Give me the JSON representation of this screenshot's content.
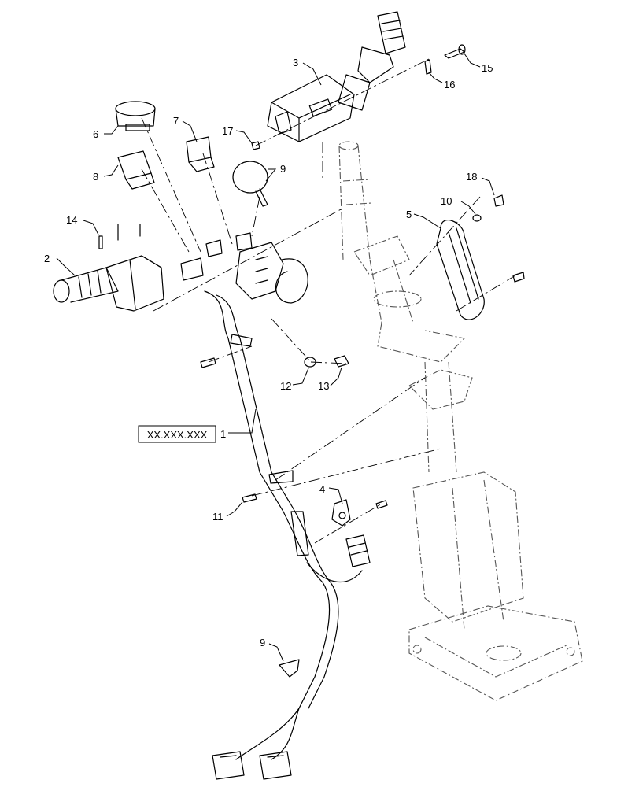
{
  "diagram": {
    "callouts": [
      {
        "id": "c1",
        "label": "1"
      },
      {
        "id": "c2",
        "label": "2"
      },
      {
        "id": "c3",
        "label": "3"
      },
      {
        "id": "c4",
        "label": "4"
      },
      {
        "id": "c5",
        "label": "5"
      },
      {
        "id": "c6",
        "label": "6"
      },
      {
        "id": "c7",
        "label": "7"
      },
      {
        "id": "c8",
        "label": "8"
      },
      {
        "id": "c9a",
        "label": "9"
      },
      {
        "id": "c9b",
        "label": "9"
      },
      {
        "id": "c10",
        "label": "10"
      },
      {
        "id": "c11",
        "label": "11"
      },
      {
        "id": "c12",
        "label": "12"
      },
      {
        "id": "c13",
        "label": "13"
      },
      {
        "id": "c14",
        "label": "14"
      },
      {
        "id": "c15",
        "label": "15"
      },
      {
        "id": "c16",
        "label": "16"
      },
      {
        "id": "c17",
        "label": "17"
      },
      {
        "id": "c18",
        "label": "18"
      }
    ],
    "part_number_box": "XX.XXX.XXX"
  }
}
